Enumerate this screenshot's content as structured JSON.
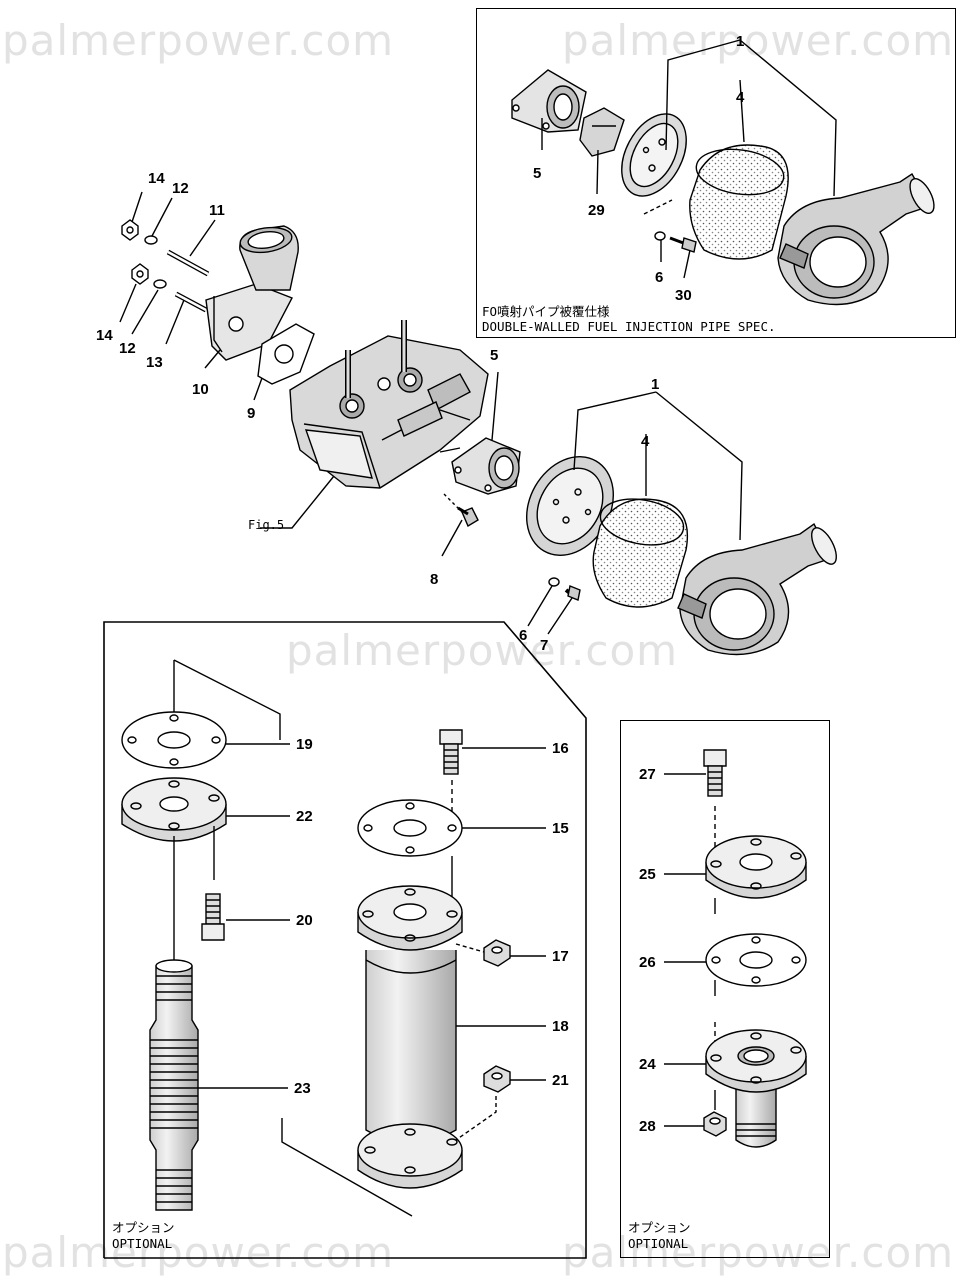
{
  "watermark": "palmerpower.com",
  "inset_caption": {
    "line1": "FO噴射パイプ被覆仕様",
    "line2": "DOUBLE-WALLED FUEL INJECTION PIPE SPEC."
  },
  "figure_ref": "Fig.5",
  "optional_label": {
    "jp": "オプション",
    "en": "OPTIONAL"
  },
  "callouts": {
    "c1_inset": "1",
    "c4_inset": "4",
    "c5_inset": "5",
    "c29": "29",
    "c6_inset": "6",
    "c30": "30",
    "c14a": "14",
    "c12a": "12",
    "c11": "11",
    "c14b": "14",
    "c12b": "12",
    "c13": "13",
    "c10": "10",
    "c9": "9",
    "c5": "5",
    "c1": "1",
    "c4": "4",
    "c8": "8",
    "c6": "6",
    "c7": "7",
    "c19": "19",
    "c22": "22",
    "c20": "20",
    "c23": "23",
    "c16": "16",
    "c15": "15",
    "c17": "17",
    "c18": "18",
    "c21": "21",
    "c27": "27",
    "c25": "25",
    "c26": "26",
    "c24": "24",
    "c28": "28"
  }
}
